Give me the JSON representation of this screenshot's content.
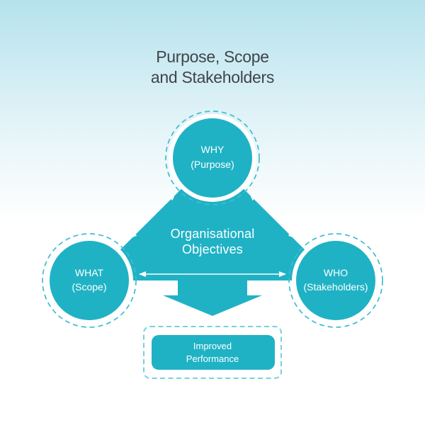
{
  "title": {
    "line1": "Purpose, Scope",
    "line2": "and Stakeholders"
  },
  "center": {
    "line1": "Organisational",
    "line2": "Objectives"
  },
  "nodes": {
    "why": {
      "line1": "WHY",
      "line2": "(Purpose)"
    },
    "what": {
      "line1": "WHAT",
      "line2": "(Scope)"
    },
    "who": {
      "line1": "WHO",
      "line2": "(Stakeholders)"
    }
  },
  "outcome": {
    "line1": "Improved",
    "line2": "Performance"
  },
  "colors": {
    "teal": "#1fb2c5",
    "dash": "#3ebdcf",
    "dash-light": "#76d1dd",
    "arrow": "#ffffff",
    "title-text": "#3f444a",
    "bg-top": "#b5e2ed",
    "bg-mid": "#e4f4f8",
    "bg-bottom": "#ffffff"
  }
}
